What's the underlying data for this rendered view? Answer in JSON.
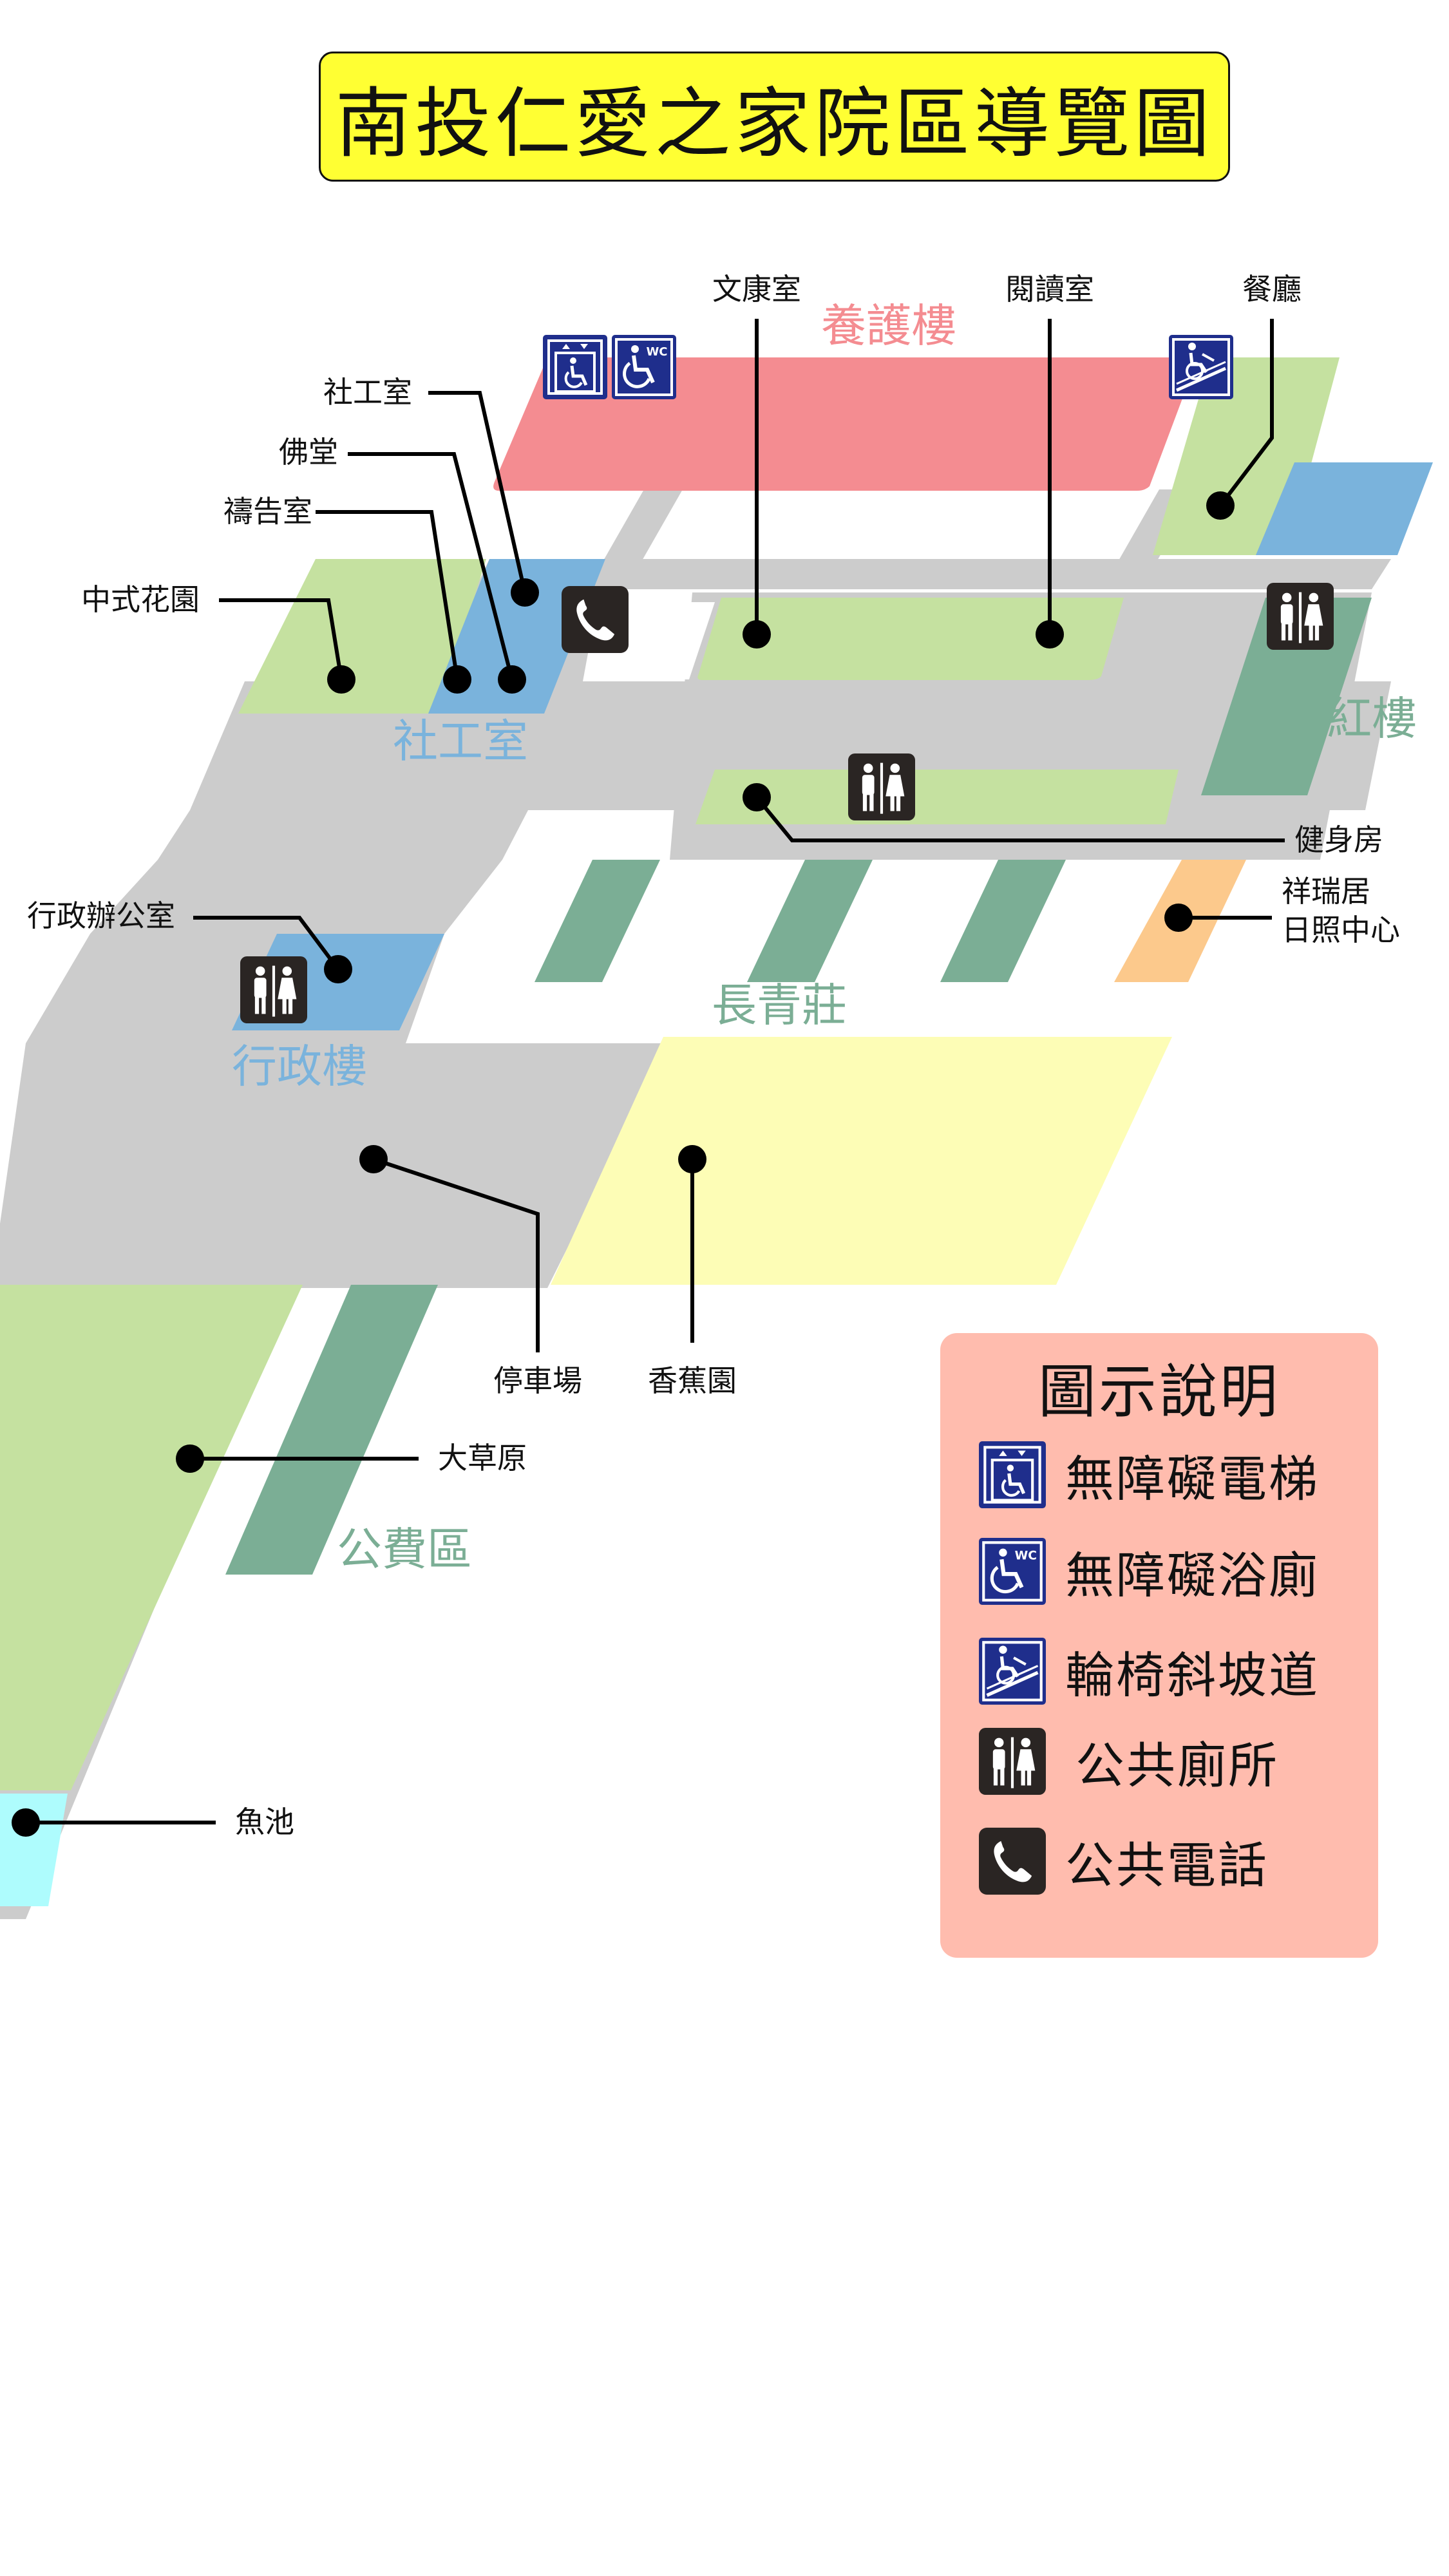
{
  "title": "南投仁愛之家院區導覽圖",
  "labels": {
    "wenkang": "文康室",
    "reading": "閱讀室",
    "dining": "餐廳",
    "social_room": "社工室",
    "buddha": "佛堂",
    "prayer": "禱告室",
    "chinese_garden": "中式花園",
    "gym": "健身房",
    "admin_office": "行政辦公室",
    "daycare_line1": "祥瑞居",
    "daycare_line2": "日照中心",
    "parking": "停車場",
    "banana": "香蕉園",
    "lawn": "大草原",
    "pond": "魚池"
  },
  "buildings": {
    "nursing": "養護樓",
    "social": "社工室",
    "red": "紅樓",
    "evergreen": "長青莊",
    "admin": "行政樓",
    "public": "公費區"
  },
  "colors": {
    "nursing": "#f48c91",
    "green_light": "#c5e1a0",
    "blue": "#7ab3dc",
    "teal": "#7bae95",
    "orange": "#fcc98c",
    "yellow": "#fdfdb6",
    "road": "#cccccc",
    "pond": "#aefcfd",
    "icon_blue": "#1f2e8c",
    "icon_dark": "#2a2523"
  },
  "legend": {
    "title": "圖示說明",
    "items": [
      {
        "icon": "accessible-elevator-icon",
        "label": "無障礙電梯"
      },
      {
        "icon": "accessible-restroom-icon",
        "label": "無障礙浴廁"
      },
      {
        "icon": "wheelchair-ramp-icon",
        "label": "輪椅斜坡道"
      },
      {
        "icon": "public-restroom-icon",
        "label": "公共廁所"
      },
      {
        "icon": "public-phone-icon",
        "label": "公共電話"
      }
    ]
  }
}
